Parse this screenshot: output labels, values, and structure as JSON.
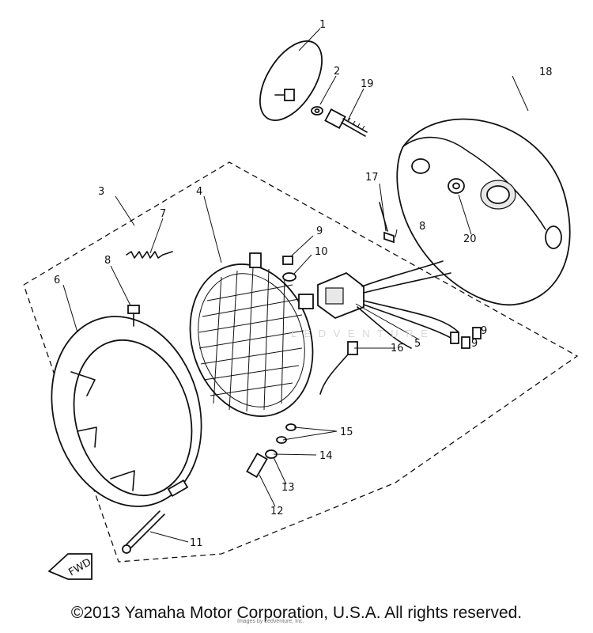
{
  "callouts": [
    {
      "id": "1",
      "text": "1"
    },
    {
      "id": "2",
      "text": "2"
    },
    {
      "id": "3",
      "text": "3"
    },
    {
      "id": "4",
      "text": "4"
    },
    {
      "id": "5",
      "text": "5"
    },
    {
      "id": "6",
      "text": "6"
    },
    {
      "id": "7",
      "text": "7"
    },
    {
      "id": "8a",
      "text": "8"
    },
    {
      "id": "8b",
      "text": "8"
    },
    {
      "id": "9a",
      "text": "9"
    },
    {
      "id": "9b",
      "text": "9"
    },
    {
      "id": "9c",
      "text": "9"
    },
    {
      "id": "10",
      "text": "10"
    },
    {
      "id": "11",
      "text": "11"
    },
    {
      "id": "12",
      "text": "12"
    },
    {
      "id": "13",
      "text": "13"
    },
    {
      "id": "14",
      "text": "14"
    },
    {
      "id": "15",
      "text": "15"
    },
    {
      "id": "16",
      "text": "16"
    },
    {
      "id": "17",
      "text": "17"
    },
    {
      "id": "18",
      "text": "18"
    },
    {
      "id": "19",
      "text": "19"
    },
    {
      "id": "20",
      "text": "20"
    }
  ],
  "direction_tag": "FWD",
  "watermark": "L E D V E N T U R E",
  "footer": {
    "copyright": "©2013 Yamaha Motor Corporation, U.S.A. All rights reserved.",
    "credit": "Images by Ledventure, Inc."
  }
}
